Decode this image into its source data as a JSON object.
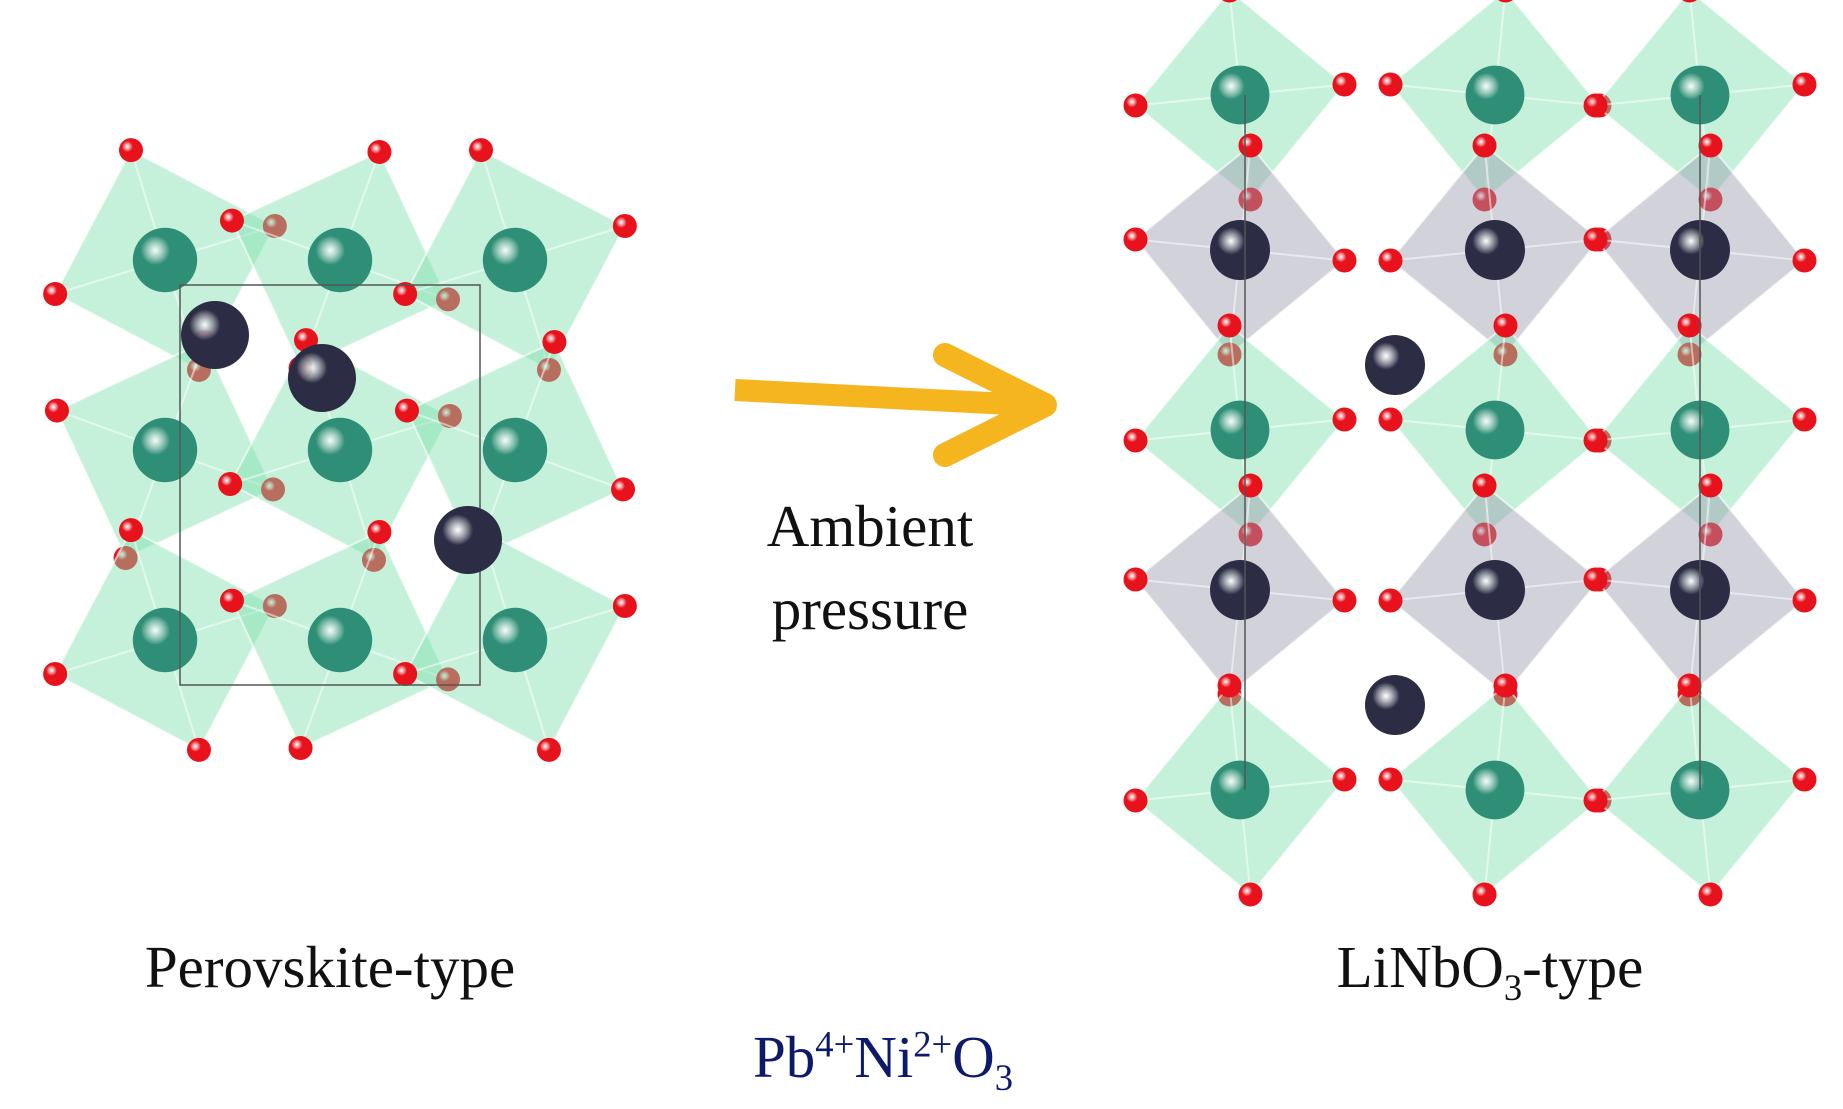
{
  "left_structure": {
    "label_main": "Perovskite-type"
  },
  "arrow": {
    "line1": "Ambient",
    "line2": "pressure",
    "color": "#F5B51E"
  },
  "right_structure": {
    "label_pre": "LiNbO",
    "label_sub": "3",
    "label_post": "-type"
  },
  "formula": {
    "pb": "Pb",
    "pb_charge": "4+",
    "ni": "Ni",
    "ni_charge": "2+",
    "o": "O",
    "o_sub": "3"
  },
  "colors": {
    "oxygen": "#e8121c",
    "nickel": "#2f8f76",
    "lead": "#2c2c44",
    "octahedron_green": "#7fe0b0",
    "octahedron_grey": "#9a9cae",
    "formula": "#0d1a6b"
  }
}
